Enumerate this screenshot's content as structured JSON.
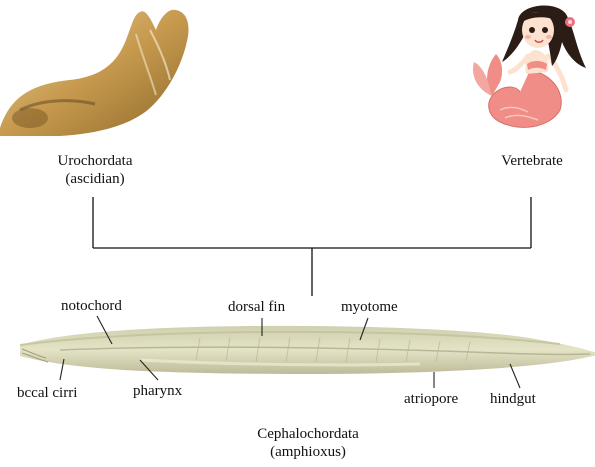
{
  "nodes": {
    "urochordata": {
      "name": "Urochordata",
      "common": "(ascidian)"
    },
    "vertebrate": {
      "name": "Vertebrate"
    },
    "cephalochordata": {
      "name": "Cephalochordata",
      "common": "(amphioxus)"
    }
  },
  "parts": {
    "notochord": "notochord",
    "dorsal_fin": "dorsal fin",
    "myotome": "myotome",
    "buccal_cirri": "bccal cirri",
    "pharynx": "pharynx",
    "atriopore": "atriopore",
    "hindgut": "hindgut"
  },
  "colors": {
    "tree_line": "#111111",
    "mermaid_tail": "#ef8d86",
    "mermaid_hair": "#2b1d16",
    "ascidian_body": "#c79a4e",
    "amphioxus_body": "#d9d7b3"
  },
  "icons": [
    "ascidian-image",
    "mermaid-image",
    "amphioxus-image"
  ]
}
